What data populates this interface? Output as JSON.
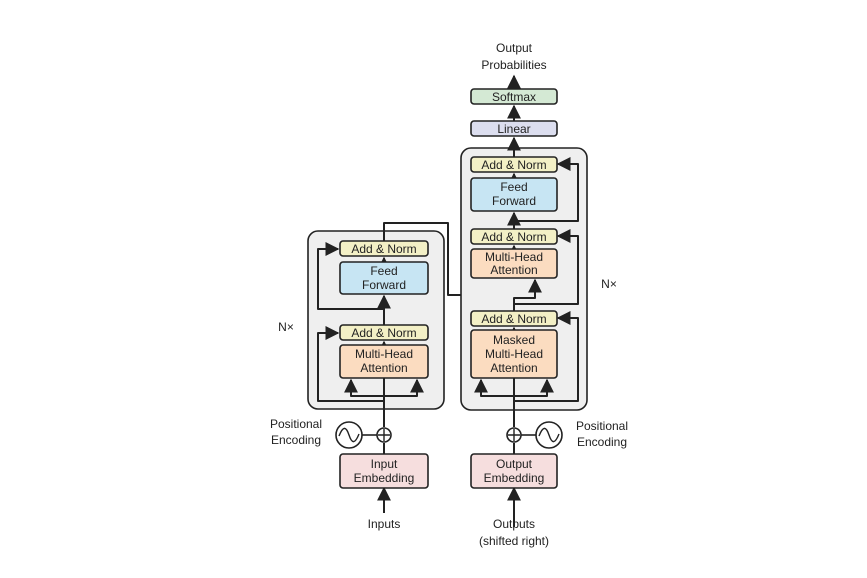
{
  "colors": {
    "add_norm": "#f3f0c6",
    "feed_forward": "#c7e5f3",
    "attention": "#fbdcc0",
    "embedding": "#f6dede",
    "linear": "#dcdeef",
    "softmax": "#d4e9d4",
    "stack_bg": "#efefef"
  },
  "encoder": {
    "repeat_label": "N×",
    "add_norm_top": "Add & Norm",
    "feed_forward": [
      "Feed",
      "Forward"
    ],
    "add_norm_bottom": "Add & Norm",
    "attention": [
      "Multi-Head",
      "Attention"
    ],
    "positional_encoding": [
      "Positional",
      "Encoding"
    ],
    "embedding": [
      "Input",
      "Embedding"
    ],
    "input_label": "Inputs"
  },
  "decoder": {
    "repeat_label": "N×",
    "add_norm_top": "Add & Norm",
    "feed_forward": [
      "Feed",
      "Forward"
    ],
    "add_norm_middle": "Add & Norm",
    "attention": [
      "Multi-Head",
      "Attention"
    ],
    "add_norm_bottom": "Add & Norm",
    "masked_attention": [
      "Masked",
      "Multi-Head",
      "Attention"
    ],
    "positional_encoding": [
      "Positional",
      "Encoding"
    ],
    "embedding": [
      "Output",
      "Embedding"
    ],
    "input_label": [
      "Outputs",
      "(shifted right)"
    ]
  },
  "head": {
    "linear": "Linear",
    "softmax": "Softmax",
    "output_label": [
      "Output",
      "Probabilities"
    ]
  }
}
